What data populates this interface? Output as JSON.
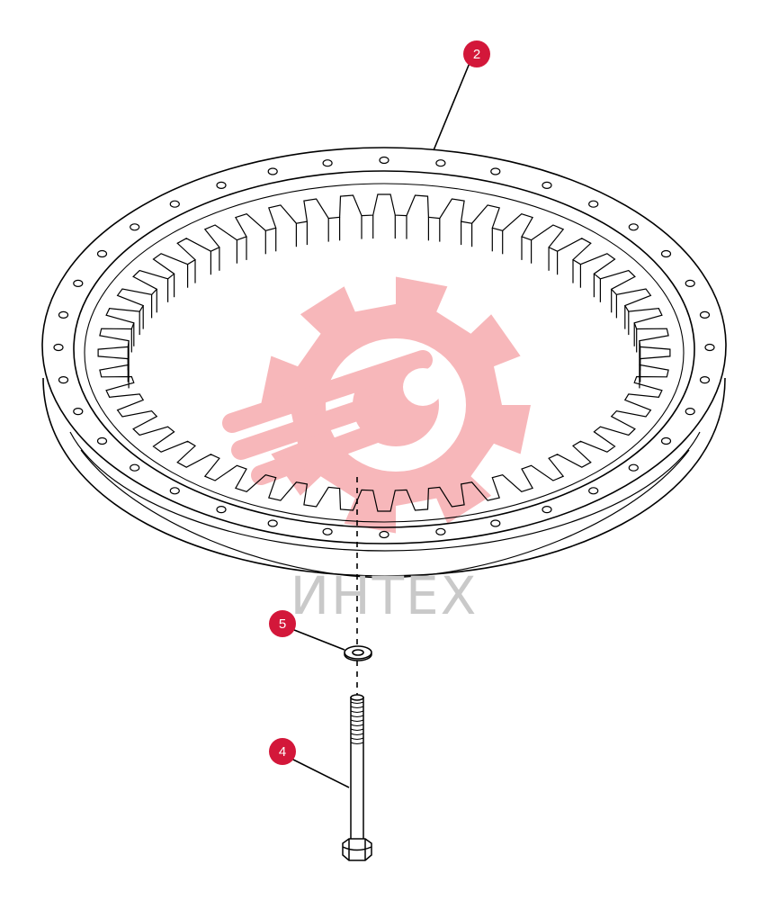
{
  "watermark": {
    "text": "ИНТЕХ",
    "logo_color": "#f7b0b3",
    "text_color": "#c9c9c9"
  },
  "callouts": [
    {
      "id": "callout-2",
      "label": "2",
      "part": "slewing-ring-gear"
    },
    {
      "id": "callout-5",
      "label": "5",
      "part": "washer"
    },
    {
      "id": "callout-4",
      "label": "4",
      "part": "bolt"
    }
  ],
  "colors": {
    "callout_fill": "#d3173a",
    "line": "#000000",
    "background": "#ffffff"
  }
}
